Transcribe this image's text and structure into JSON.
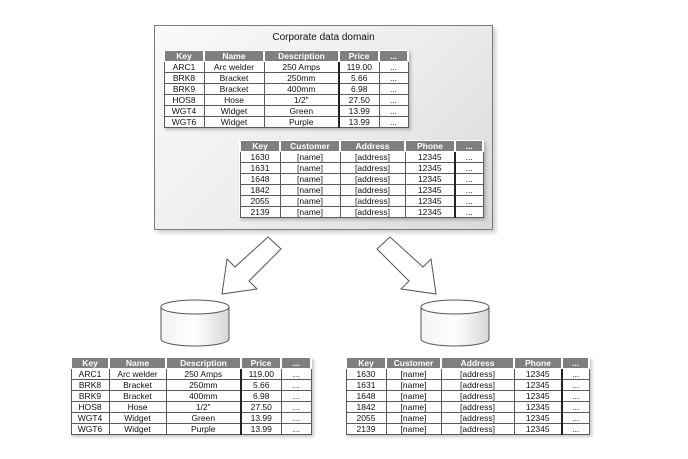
{
  "domain": {
    "title": "Corporate data domain"
  },
  "products": {
    "headers": [
      "Key",
      "Name",
      "Description",
      "Price",
      "..."
    ],
    "rows": [
      [
        "ARC1",
        "Arc welder",
        "250 Amps",
        "119.00",
        "..."
      ],
      [
        "BRK8",
        "Bracket",
        "250mm",
        "5.66",
        "..."
      ],
      [
        "BRK9",
        "Bracket",
        "400mm",
        "6.98",
        "..."
      ],
      [
        "HOS8",
        "Hose",
        "1/2\"",
        "27.50",
        "..."
      ],
      [
        "WGT4",
        "Widget",
        "Green",
        "13.99",
        "..."
      ],
      [
        "WGT6",
        "Widget",
        "Purple",
        "13.99",
        "..."
      ]
    ]
  },
  "customers": {
    "headers": [
      "Key",
      "Customer",
      "Address",
      "Phone",
      "..."
    ],
    "rows": [
      [
        "1630",
        "[name]",
        "[address]",
        "12345",
        "..."
      ],
      [
        "1631",
        "[name]",
        "[address]",
        "12345",
        "..."
      ],
      [
        "1648",
        "[name]",
        "[address]",
        "12345",
        "..."
      ],
      [
        "1842",
        "[name]",
        "[address]",
        "12345",
        "..."
      ],
      [
        "2055",
        "[name]",
        "[address]",
        "12345",
        "..."
      ],
      [
        "2139",
        "[name]",
        "[address]",
        "12345",
        "..."
      ]
    ]
  },
  "icons": {
    "left_database": "database-cylinder-icon",
    "right_database": "database-cylinder-icon",
    "left_arrow": "arrow-down-left-icon",
    "right_arrow": "arrow-down-right-icon"
  },
  "colors": {
    "header_bg": "#7f7f7f",
    "domain_bg": "#e6e6e6"
  }
}
